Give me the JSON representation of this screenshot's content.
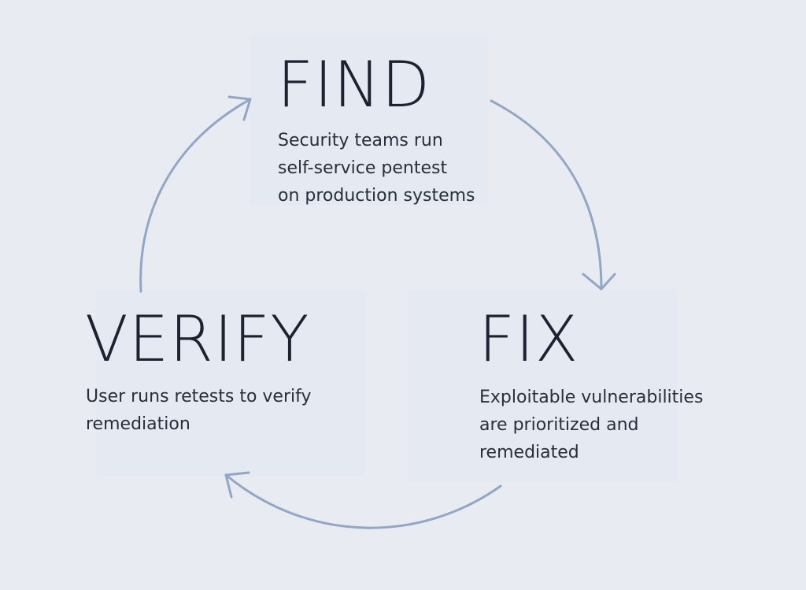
{
  "find": {
    "title": "FIND",
    "lines": [
      "Security teams run",
      "self-service pentest",
      "on production systems"
    ]
  },
  "fix": {
    "title": "FIX",
    "lines": [
      "Exploitable vulnerabilities",
      "are prioritized and",
      "remediated"
    ]
  },
  "verify": {
    "title": "VERIFY",
    "lines": [
      "User runs retests to verify",
      "remediation"
    ]
  },
  "colors": {
    "background": "#e8ebf1",
    "panel": "#e5e9f1",
    "arrow": "#94a6c5",
    "text": "#1e2130"
  }
}
